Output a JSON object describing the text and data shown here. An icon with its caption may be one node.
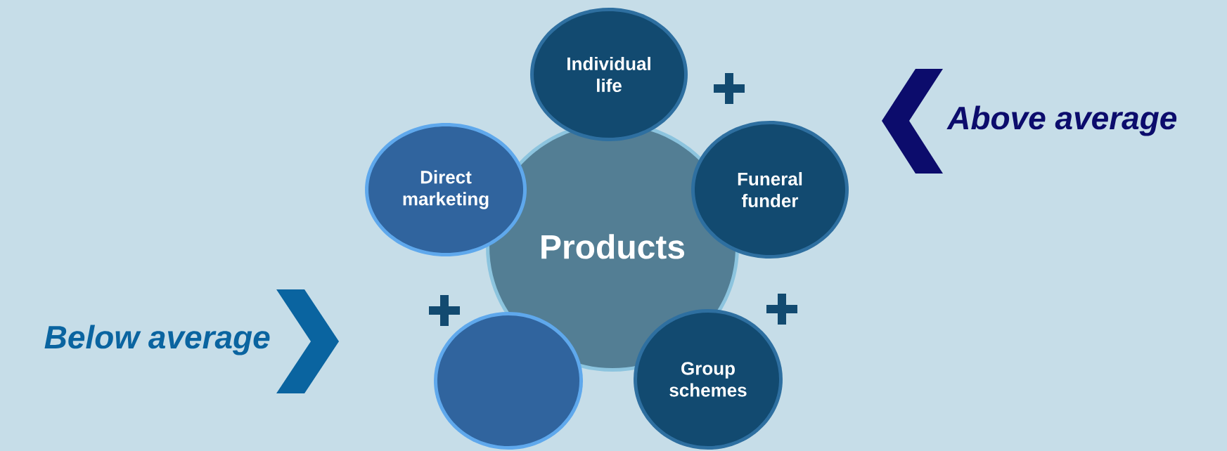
{
  "diagram": {
    "nodes": [
      {
        "text": [
          "Products"
        ]
      },
      {
        "text": [
          "Individual life"
        ]
      },
      {
        "text": [
          "Funeral funder"
        ]
      },
      {
        "text": [
          "Group schemes"
        ]
      },
      {
        "text": [],
        "shape": "circle"
      },
      {
        "text": [
          "Direct marketing"
        ]
      }
    ],
    "labels": [
      "Above average",
      "Below average"
    ]
  }
}
